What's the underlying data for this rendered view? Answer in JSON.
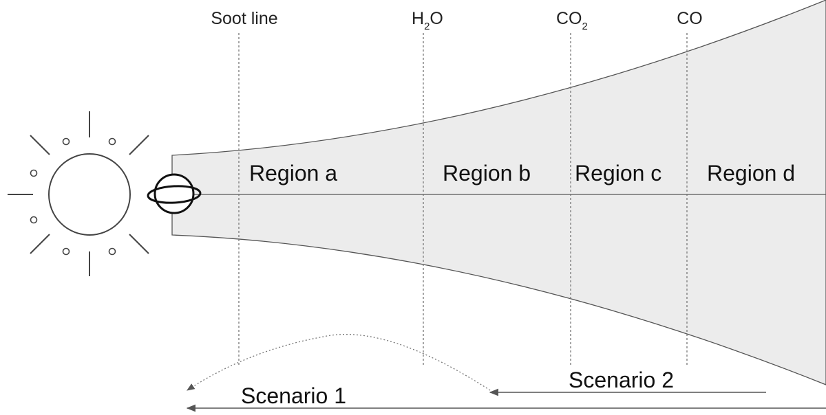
{
  "colors": {
    "disk_fill": "#ececec",
    "disk_edge": "#555555",
    "line": "#444444",
    "dotted": "#777777",
    "sun": "#444444",
    "planet": "#111111"
  },
  "icons": {
    "star": "sun-icon",
    "planet": "ringed-planet-icon"
  },
  "ice_lines": [
    {
      "id": "soot",
      "label": "Soot line",
      "sub": ""
    },
    {
      "id": "h2o",
      "label_parts": [
        "H",
        "2",
        "O"
      ]
    },
    {
      "id": "co2",
      "label_parts": [
        "CO",
        "2",
        ""
      ]
    },
    {
      "id": "co",
      "label": "CO",
      "sub": ""
    }
  ],
  "regions": [
    {
      "id": "a",
      "label": "Region a"
    },
    {
      "id": "b",
      "label": "Region b"
    },
    {
      "id": "c",
      "label": "Region c"
    },
    {
      "id": "d",
      "label": "Region d"
    }
  ],
  "scenarios": [
    {
      "id": "s1",
      "label": "Scenario 1"
    },
    {
      "id": "s2",
      "label": "Scenario 2"
    }
  ]
}
